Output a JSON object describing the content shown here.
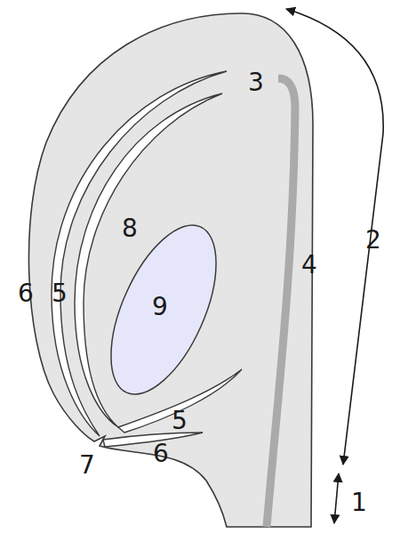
{
  "diagram": {
    "labels": [
      "3",
      "2",
      "8",
      "6",
      "5",
      "9",
      "4",
      "5",
      "6",
      "7",
      "1"
    ]
  }
}
